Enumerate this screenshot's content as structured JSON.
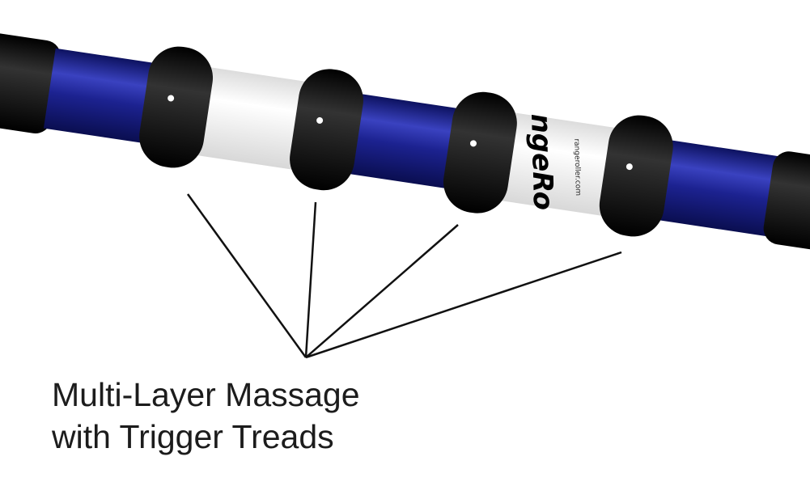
{
  "product": {
    "logo_text": "ngeRo",
    "logo_subtext": "rangeroller.com"
  },
  "caption": {
    "line1": "Multi-Layer Massage",
    "line2": "with Trigger Treads"
  },
  "colors": {
    "tube_blue": "#1a1f8a",
    "tread_black": "#0a0a0a",
    "sleeve_white": "#f4f4f4",
    "callout_line": "#111111"
  }
}
